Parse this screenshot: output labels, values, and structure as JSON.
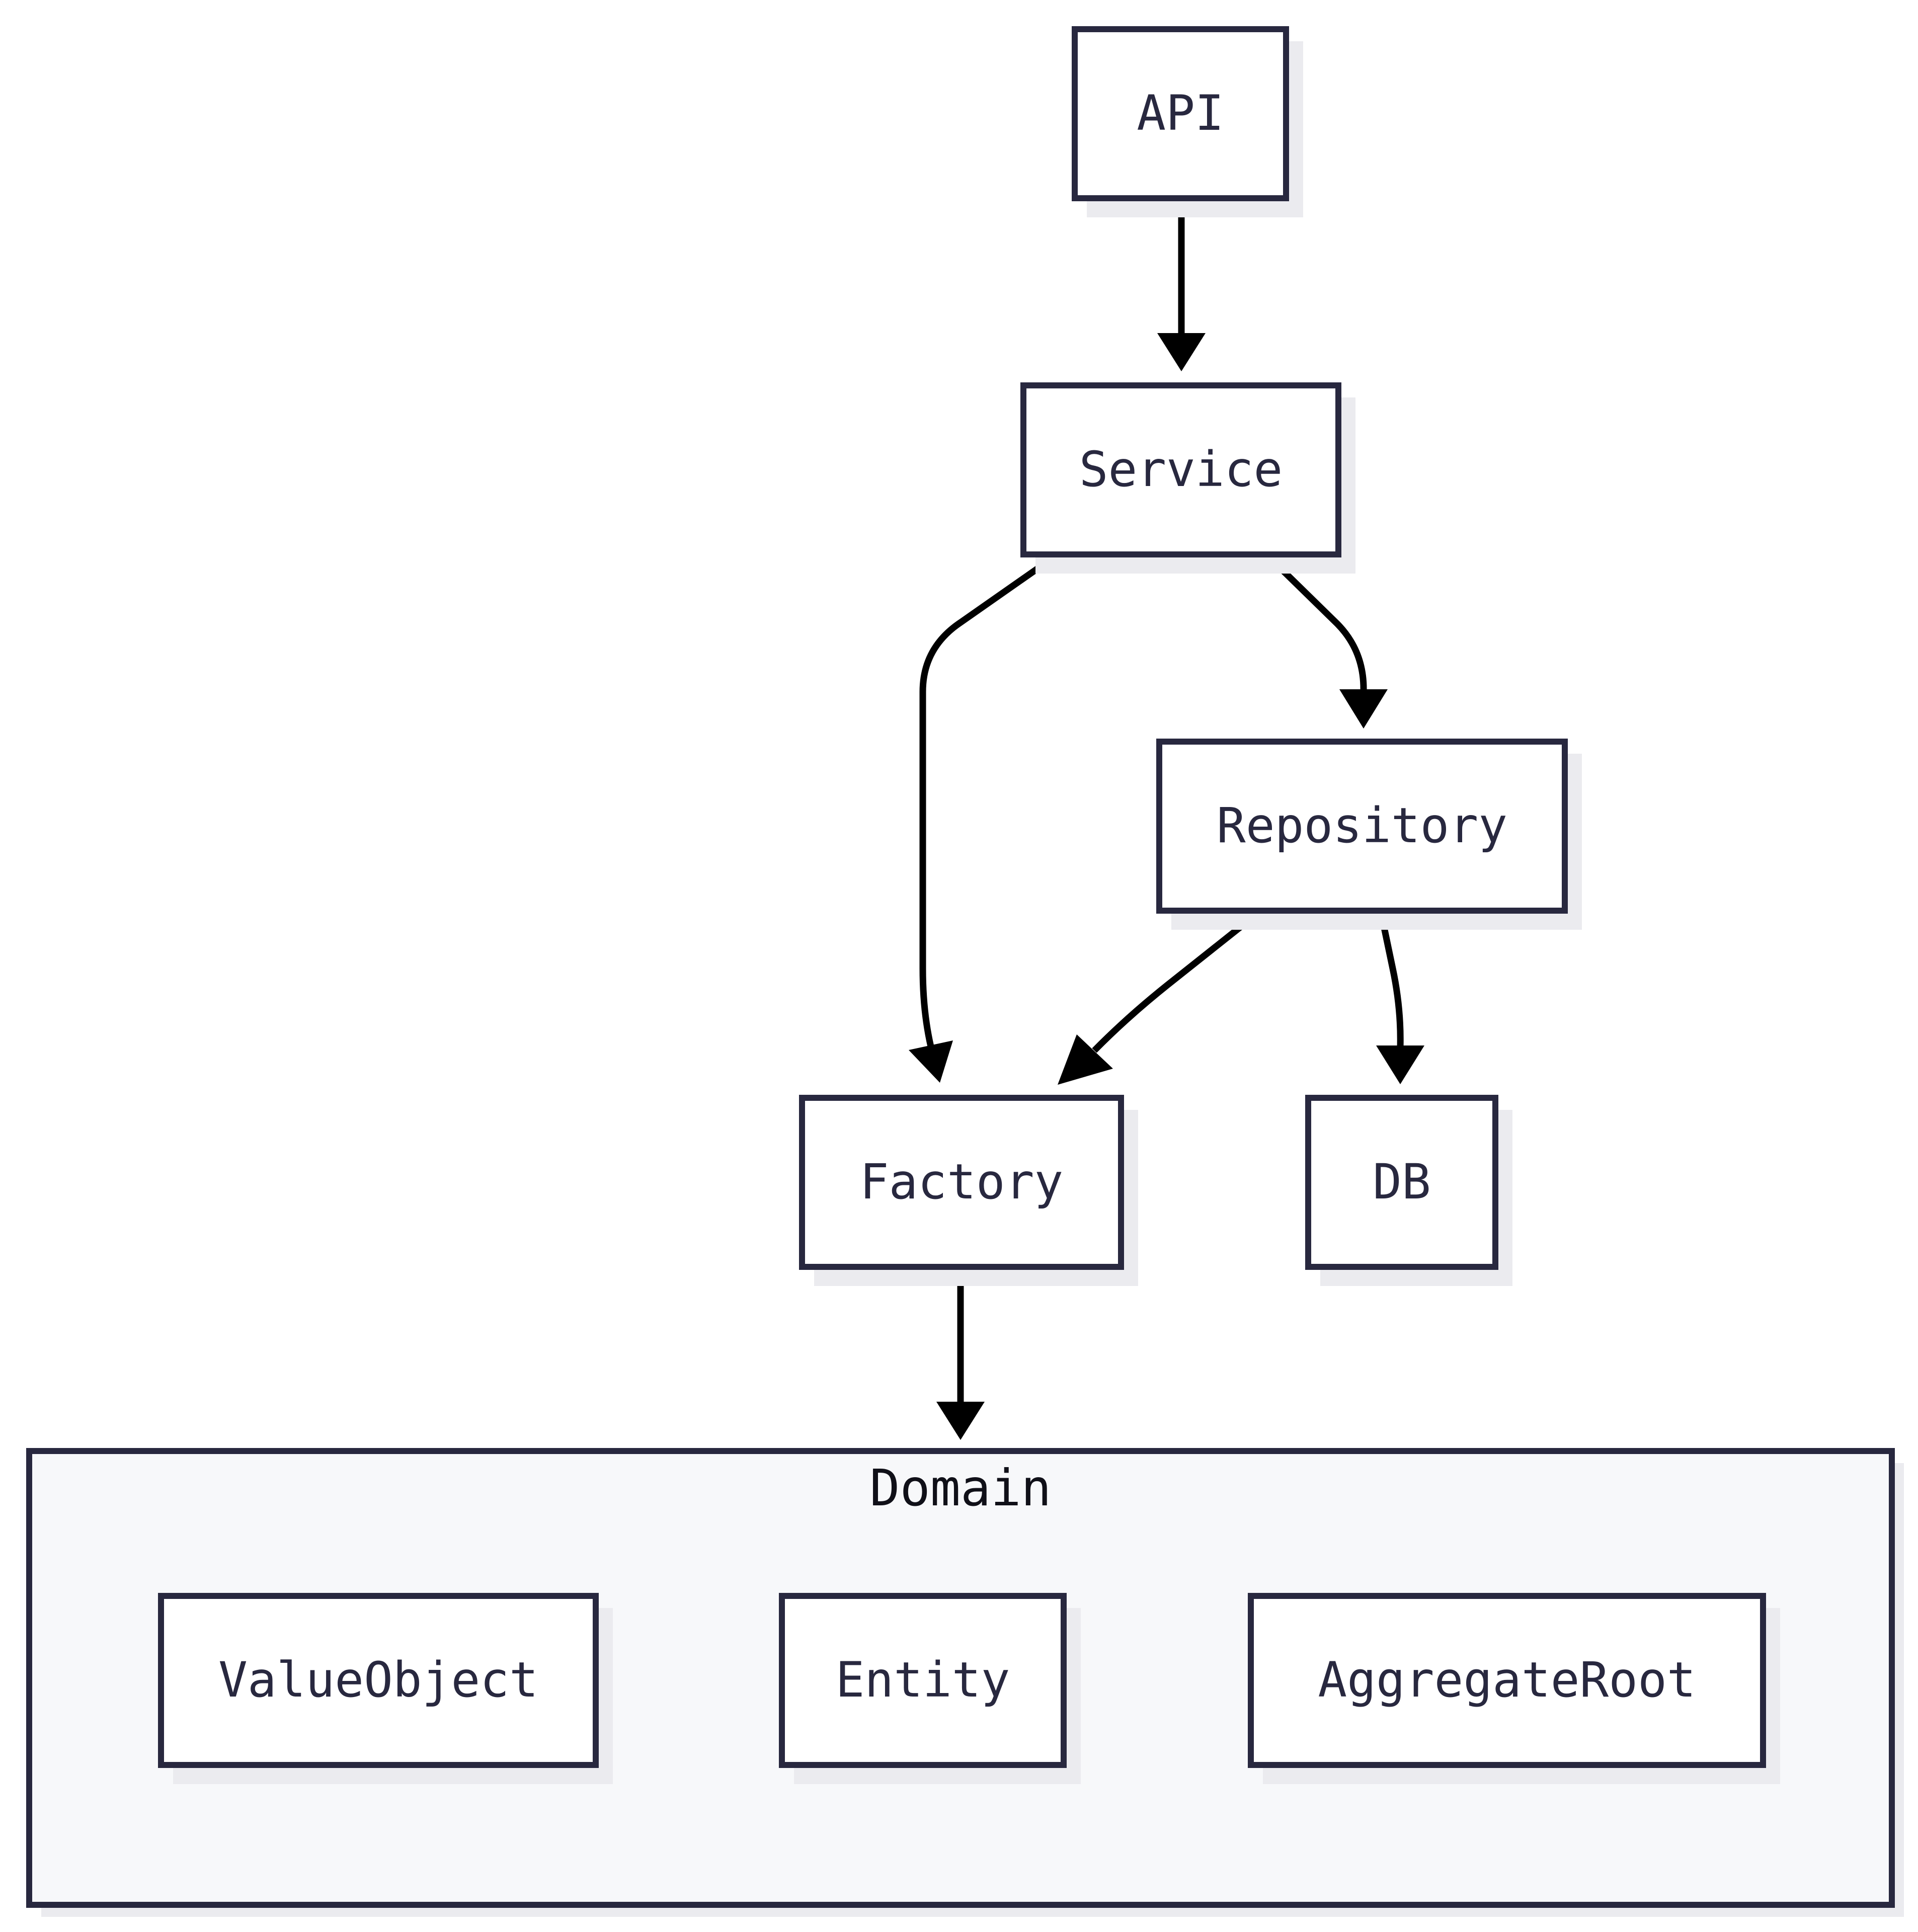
{
  "nodes": {
    "api": "API",
    "service": "Service",
    "repository": "Repository",
    "factory": "Factory",
    "db": "DB",
    "value_object": "ValueObject",
    "entity": "Entity",
    "aggregate_root": "AggregateRoot"
  },
  "groups": {
    "domain": "Domain"
  },
  "edges": [
    {
      "from": "API",
      "to": "Service"
    },
    {
      "from": "Service",
      "to": "Factory"
    },
    {
      "from": "Service",
      "to": "Repository"
    },
    {
      "from": "Repository",
      "to": "Factory"
    },
    {
      "from": "Repository",
      "to": "DB"
    },
    {
      "from": "Factory",
      "to": "Domain"
    }
  ],
  "colors": {
    "stroke": "#28283f",
    "group_fill": "#f7f8fa",
    "shadow": "#ebebef",
    "edge": "#000000"
  }
}
